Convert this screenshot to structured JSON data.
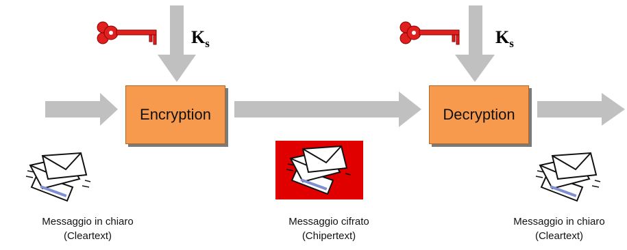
{
  "encryption_label": "Encryption",
  "decryption_label": "Decryption",
  "key_symbol": "K",
  "key_subscript": "s",
  "captions": {
    "plain_left": {
      "line1": "Messaggio in chiaro",
      "line2": "(Cleartext)"
    },
    "cipher": {
      "line1": "Messaggio cifrato",
      "line2": "(Chipertext)"
    },
    "plain_right": {
      "line1": "Messaggio in chiaro",
      "line2": "(Cleartext)"
    }
  },
  "icons": {
    "key_left": "key-icon",
    "key_right": "key-icon",
    "envelope_left": "envelopes-icon",
    "envelope_cipher": "envelopes-icon",
    "envelope_right": "envelopes-icon"
  },
  "colors": {
    "arrow": "#c0c0c0",
    "box_fill": "#f79a4d",
    "key": "#e0201e",
    "cipher_bg": "#e00000"
  }
}
